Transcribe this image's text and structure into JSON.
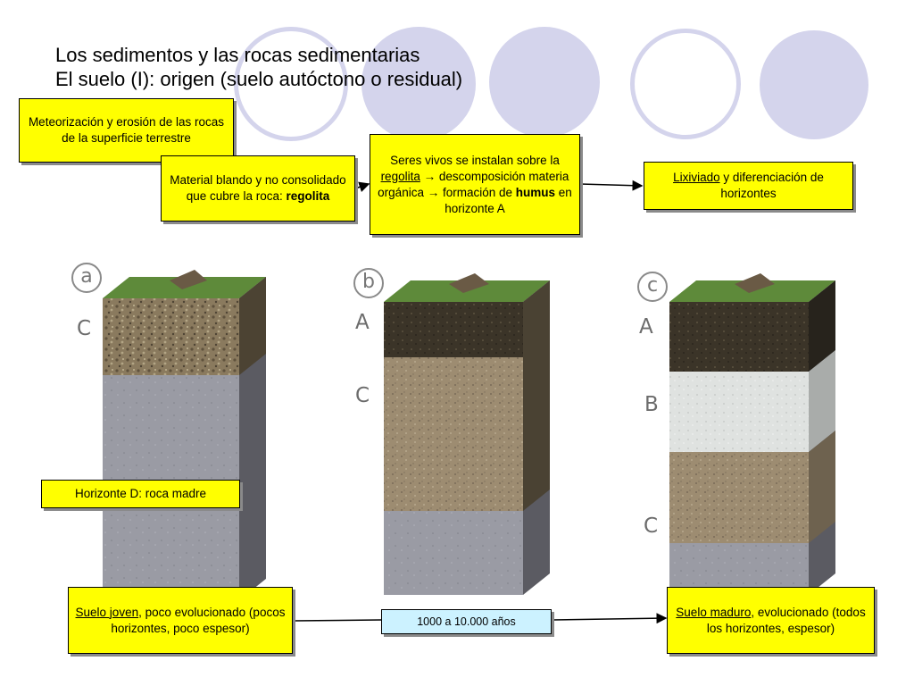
{
  "slide": {
    "title_line1": "Los sedimentos y las rocas sedimentarias",
    "title_line2": "El suelo (I): origen (suelo autóctono o residual)"
  },
  "notes": {
    "meteorizacion": "Meteorización y erosión de las rocas de la superficie terrestre",
    "material": {
      "pre": "Material blando y no consolidado que cubre la roca: ",
      "bold": "regolita"
    },
    "seres": {
      "t1": "Seres vivos se instalan sobre la ",
      "u1": "regolita",
      "arrow": "→",
      "t2": " descomposición materia orgánica ",
      "t3": " formación de ",
      "bold": "humus",
      "t4": " en horizonte A"
    },
    "lixiviado": {
      "u1": "Lixiviado",
      "t1": " y diferenciación de horizontes"
    },
    "horizonte_d": "Horizonte D: roca madre",
    "suelo_joven": {
      "u1": "Suelo joven",
      "t1": ", poco evolucionado (pocos horizontes, poco espesor)"
    },
    "tiempo": "1000 a 10.000 años",
    "suelo_maduro": {
      "u1": "Suelo maduro",
      "t1": ", evolucionado (todos los horizontes, espesor)"
    }
  },
  "profiles": [
    {
      "badge": "a",
      "letters": [
        "C"
      ]
    },
    {
      "badge": "b",
      "letters": [
        "A",
        "C"
      ]
    },
    {
      "badge": "c",
      "letters": [
        "A",
        "B",
        "C"
      ]
    }
  ],
  "colors": {
    "note_fill": "#ffff00",
    "time_fill": "#ccf2ff",
    "decor_circle": "#d4d4ec"
  }
}
